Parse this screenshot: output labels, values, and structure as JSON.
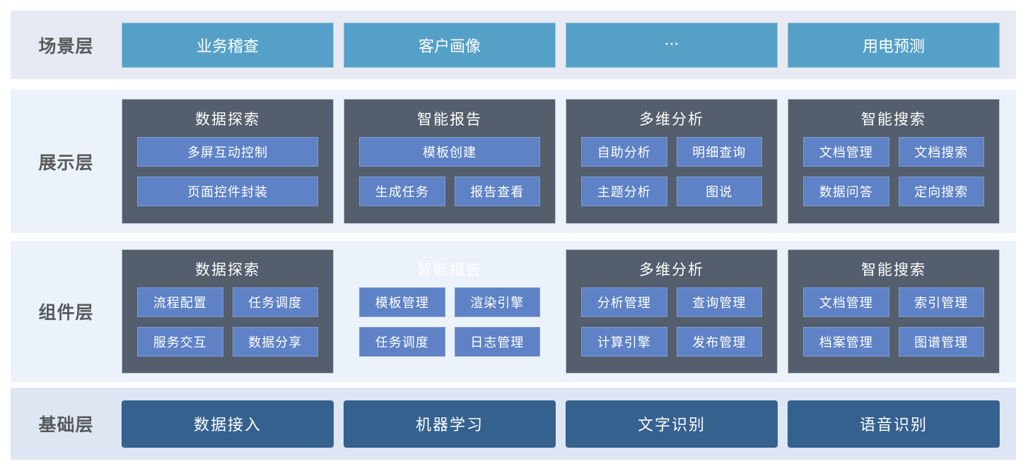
{
  "palette": {
    "scene_row_bg": "#e7eaf3",
    "mid_row_bg": "#ebf2fa",
    "foundation_row_bg": "#dde6f2",
    "scene_button_color": "#55a0c7",
    "card_bg_color": "#545e6c",
    "item_color": "#5e82c5",
    "foundation_button_color": "#35618f",
    "label_text_color": "#58595b"
  },
  "layers": {
    "scene": {
      "label": "场景层",
      "buttons": [
        "业务稽查",
        "客户画像",
        "···",
        "用电预测"
      ]
    },
    "presentation": {
      "label": "展示层",
      "cards": [
        {
          "title": "数据探索",
          "rows": [
            [
              "多屏互动控制"
            ],
            [
              "页面控件封装"
            ]
          ]
        },
        {
          "title": "智能报告",
          "rows": [
            [
              "模板创建"
            ],
            [
              "生成任务",
              "报告查看"
            ]
          ]
        },
        {
          "title": "多维分析",
          "rows": [
            [
              "自助分析",
              "明细查询"
            ],
            [
              "主题分析",
              "图说"
            ]
          ]
        },
        {
          "title": "智能搜索",
          "rows": [
            [
              "文档管理",
              "文档搜索"
            ],
            [
              "数据问答",
              "定向搜索"
            ]
          ]
        }
      ]
    },
    "component": {
      "label": "组件层",
      "cards": [
        {
          "title": "数据探索",
          "rows": [
            [
              "流程配置",
              "任务调度"
            ],
            [
              "服务交互",
              "数据分享"
            ]
          ]
        },
        {
          "title": "智能报告",
          "ghost": true,
          "rows": [
            [
              "模板管理",
              "渲染引擎"
            ],
            [
              "任务调度",
              "日志管理"
            ]
          ]
        },
        {
          "title": "多维分析",
          "rows": [
            [
              "分析管理",
              "查询管理"
            ],
            [
              "计算引擎",
              "发布管理"
            ]
          ]
        },
        {
          "title": "智能搜索",
          "rows": [
            [
              "文档管理",
              "索引管理"
            ],
            [
              "档案管理",
              "图谱管理"
            ]
          ]
        }
      ]
    },
    "foundation": {
      "label": "基础层",
      "buttons": [
        "数据接入",
        "机器学习",
        "文字识别",
        "语音识别"
      ]
    }
  }
}
